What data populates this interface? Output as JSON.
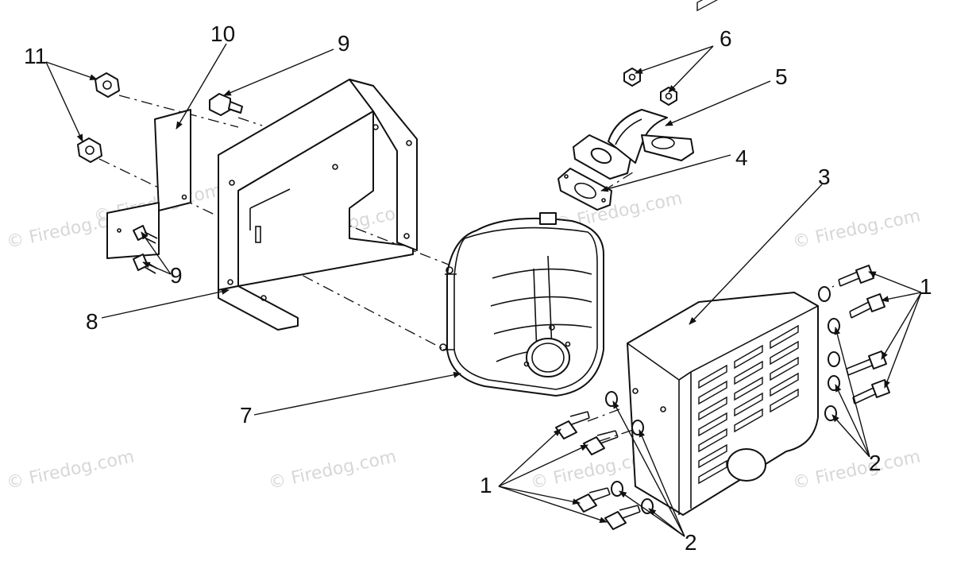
{
  "watermark_text": "© Firedog.com",
  "callouts": {
    "c1_right": "1",
    "c1_left": "1",
    "c2_right": "2",
    "c2_bottom": "2",
    "c3": "3",
    "c4": "4",
    "c5": "5",
    "c6": "6",
    "c7": "7",
    "c8": "8",
    "c9_top": "9",
    "c9_left": "9",
    "c10": "10",
    "c11": "11"
  }
}
